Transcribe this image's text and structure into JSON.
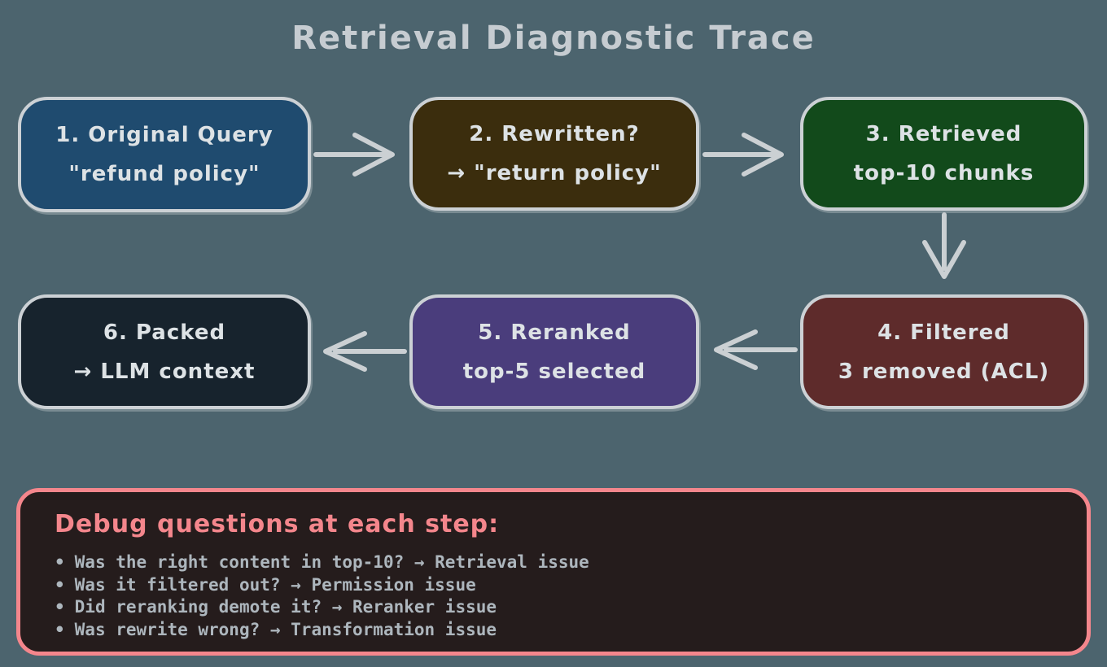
{
  "page": {
    "title": "Retrieval Diagnostic Trace",
    "background_color": "#4c646e",
    "title_color": "#c6ccd1"
  },
  "flow": {
    "border_color": "#ccd1d5",
    "arrow_color": "#cbd0d3",
    "text_color": "#dde2e5",
    "nodes": [
      {
        "line1": "1. Original Query",
        "line2": "\"refund policy\"",
        "color": "#1f4b6f"
      },
      {
        "line1": "2. Rewritten?",
        "line2": "→ \"return policy\"",
        "color": "#3b2d0d"
      },
      {
        "line1": "3. Retrieved",
        "line2": "top-10 chunks",
        "color": "#124a1b"
      },
      {
        "line1": "4. Filtered",
        "line2": "3 removed (ACL)",
        "color": "#5e2b2b"
      },
      {
        "line1": "5. Reranked",
        "line2": "top-5 selected",
        "color": "#4a3d7c"
      },
      {
        "line1": "6. Packed",
        "line2": "→ LLM context",
        "color": "#17232d"
      }
    ]
  },
  "debug_panel": {
    "title": "Debug questions at each step:",
    "title_color": "#f4868c",
    "border_color": "#f4868c",
    "background_color": "#251c1c",
    "bullet_char": "•",
    "items": [
      "Was the right content in top-10? → Retrieval issue",
      "Was it filtered out? → Permission issue",
      "Did reranking demote it? → Reranker issue",
      "Was rewrite wrong? → Transformation issue"
    ]
  }
}
